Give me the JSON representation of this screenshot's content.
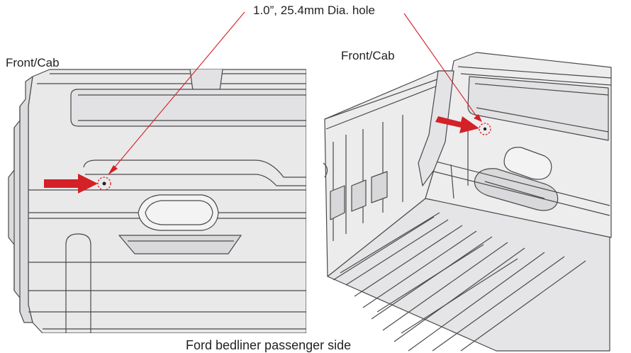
{
  "labels": {
    "callout": "1.0”, 25.4mm Dia. hole",
    "front_cab_left": "Front/Cab",
    "front_cab_right": "Front/Cab",
    "caption": "Ford bedliner passenger side"
  },
  "colors": {
    "line": "#4a4a4a",
    "fill": "#e9e9ea",
    "fill_light": "#f3f3f4",
    "fill_dark": "#d9d9db",
    "accent": "#d42027",
    "text": "#231f20"
  },
  "icons": {
    "arrow": "red-block-arrow",
    "hole_marker": "dashed-red-circle"
  }
}
